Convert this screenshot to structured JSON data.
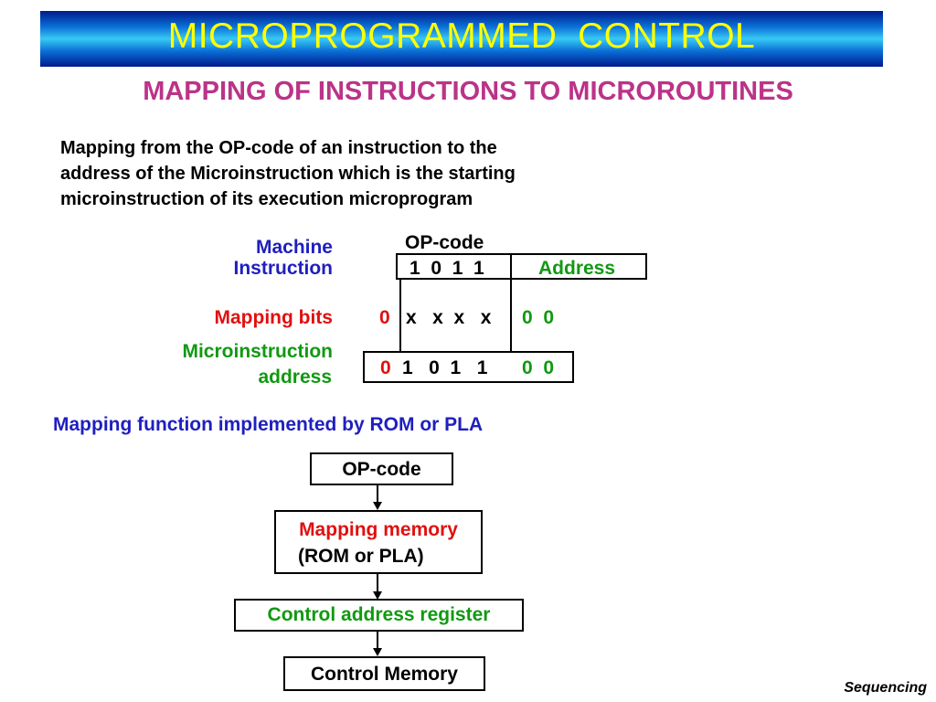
{
  "title": "MICROPROGRAMMED  CONTROL",
  "subtitle": "MAPPING OF INSTRUCTIONS TO MICROROUTINES",
  "intro": {
    "line1": "Mapping from the OP-code of an instruction to the",
    "line2": "address of the Microinstruction which is the starting",
    "line3": "microinstruction of its execution microprogram"
  },
  "diagram": {
    "machine_label_1": "Machine",
    "machine_label_2": "Instruction",
    "opcode_label": "OP-code",
    "opcode_bits": "1  0  1  1",
    "address_field": "Address",
    "mapping_label": "Mapping bits",
    "mapping_lead": "0",
    "mapping_x": "x   x  x   x",
    "mapping_tail": "0  0",
    "micro_label_1": "Microinstruction",
    "micro_label_2": "address",
    "micro_lead": "0",
    "micro_bits": "1   0  1   1",
    "micro_tail": "0  0"
  },
  "function_heading": "Mapping function implemented by ROM or PLA",
  "flow": {
    "opcode": "OP-code",
    "mapping_memory": "Mapping memory",
    "rom_pla": "(ROM or PLA)",
    "car": "Control address register",
    "control_memory": "Control Memory"
  },
  "footer_link": "Sequencing",
  "colors": {
    "title_text": "#ffff00",
    "subtitle": "#bb3388",
    "blue": "#1f1fbf",
    "red": "#e01010",
    "green": "#119911"
  }
}
